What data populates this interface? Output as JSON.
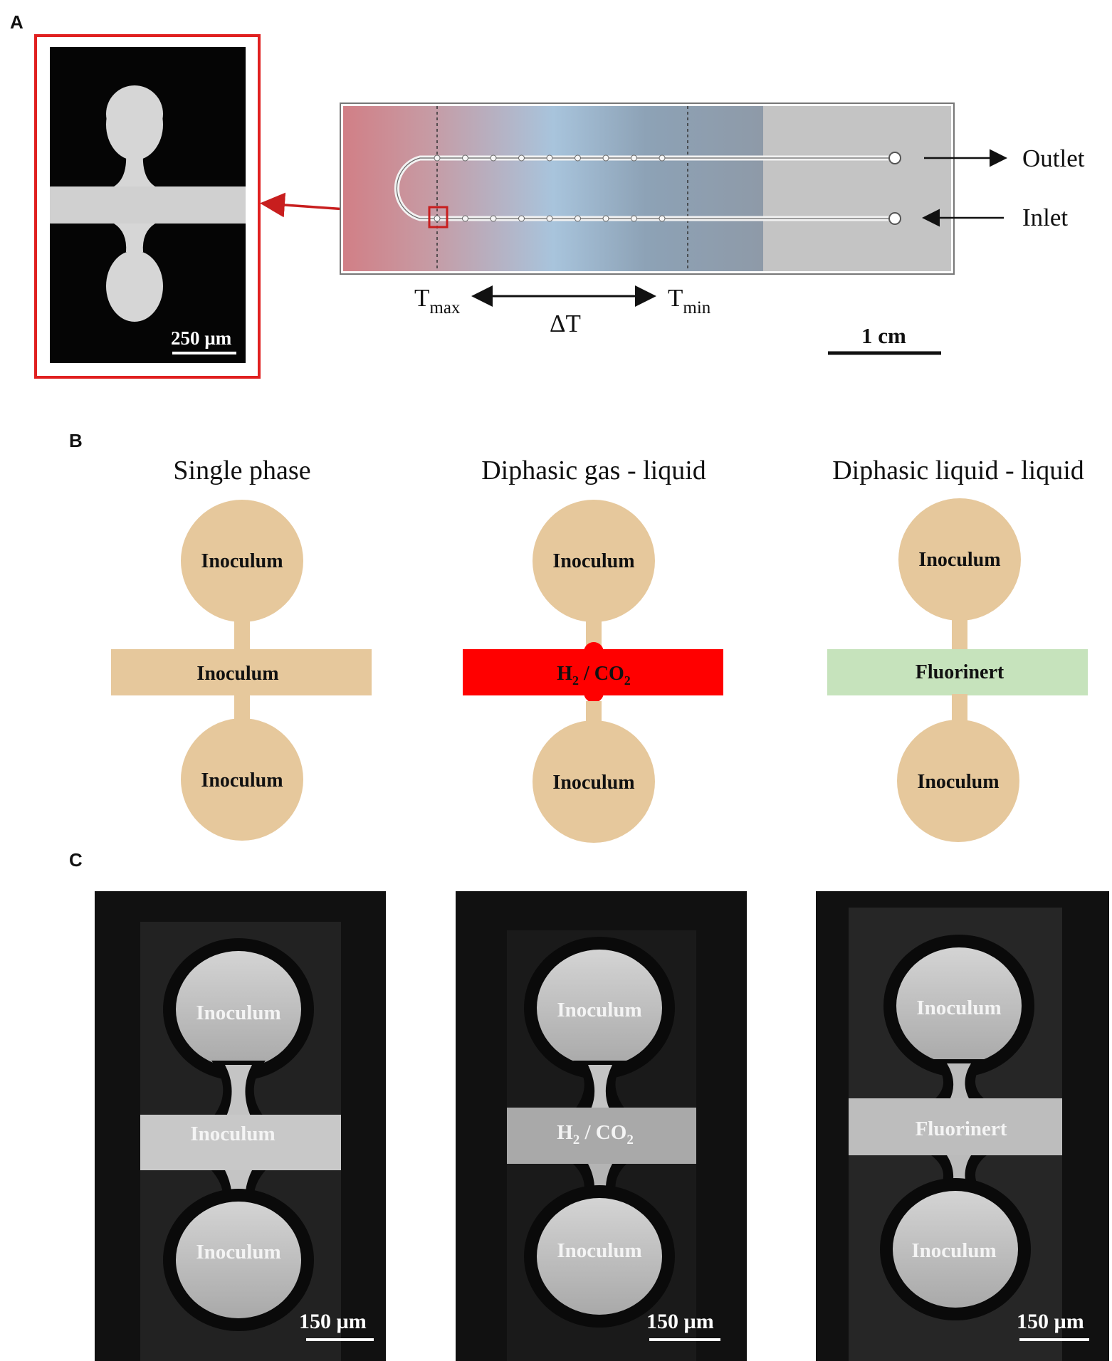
{
  "panels": {
    "a": {
      "letter": "A",
      "micrograph_scale": "250 µm",
      "chip": {
        "outlet": "Outlet",
        "inlet": "Inlet",
        "t_max": {
          "base": "T",
          "sub": "max"
        },
        "t_min": {
          "base": "T",
          "sub": "min"
        },
        "delta_t": "ΔT",
        "scale": "1 cm"
      }
    },
    "b": {
      "letter": "B",
      "columns": [
        {
          "title": "Single phase",
          "top": "Inoculum",
          "middle": "Inoculum",
          "bottom": "Inoculum",
          "channel_color": "#e6c89c"
        },
        {
          "title": "Diphasic gas - liquid",
          "top": "Inoculum",
          "middle": {
            "h": "H",
            "h_sub": "2",
            "sep": " / CO",
            "co_sub": "2"
          },
          "bottom": "Inoculum",
          "channel_color": "#ff0000"
        },
        {
          "title": "Diphasic liquid - liquid",
          "top": "Inoculum",
          "middle": "Fluorinert",
          "bottom": "Inoculum",
          "channel_color": "#c6e3bc"
        }
      ],
      "chamber_color": "#e6c89c"
    },
    "c": {
      "letter": "C",
      "images": [
        {
          "top": "Inoculum",
          "middle": "Inoculum",
          "bottom": "Inoculum",
          "scale": "150 µm"
        },
        {
          "top": "Inoculum",
          "middle": {
            "h": "H",
            "h_sub": "2",
            "sep": " / CO",
            "co_sub": "2"
          },
          "bottom": "Inoculum",
          "scale": "150 µm"
        },
        {
          "top": "Inoculum",
          "middle": "Fluorinert",
          "bottom": "Inoculum",
          "scale": "150 µm"
        }
      ]
    }
  }
}
